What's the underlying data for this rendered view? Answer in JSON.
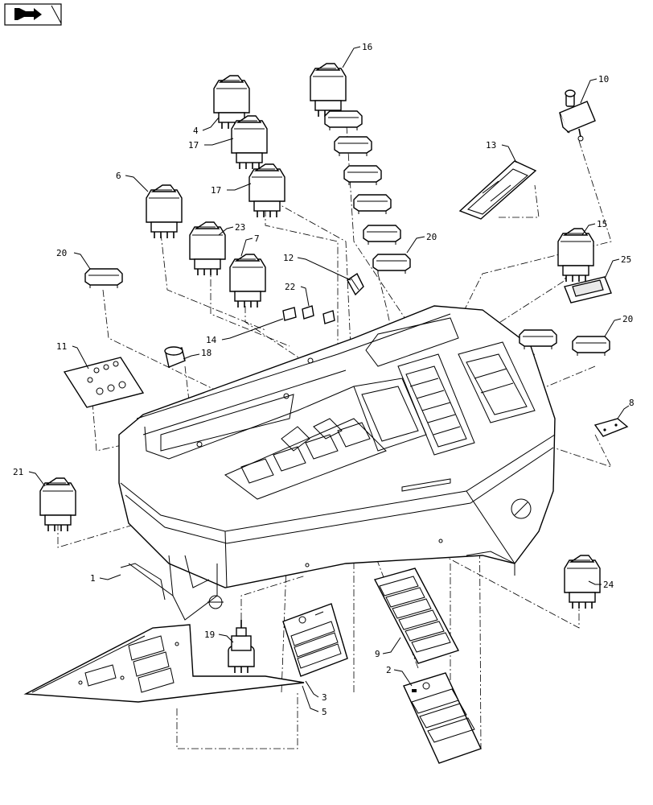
{
  "nav": {
    "icon": "page-forward-arrow-icon"
  },
  "callouts": [
    "1",
    "2",
    "3",
    "4",
    "5",
    "6",
    "7",
    "8",
    "9",
    "10",
    "11",
    "12",
    "13",
    "14",
    "15",
    "16",
    "17",
    "17",
    "18",
    "19",
    "20",
    "20",
    "20",
    "21",
    "22",
    "23",
    "24",
    "25"
  ]
}
